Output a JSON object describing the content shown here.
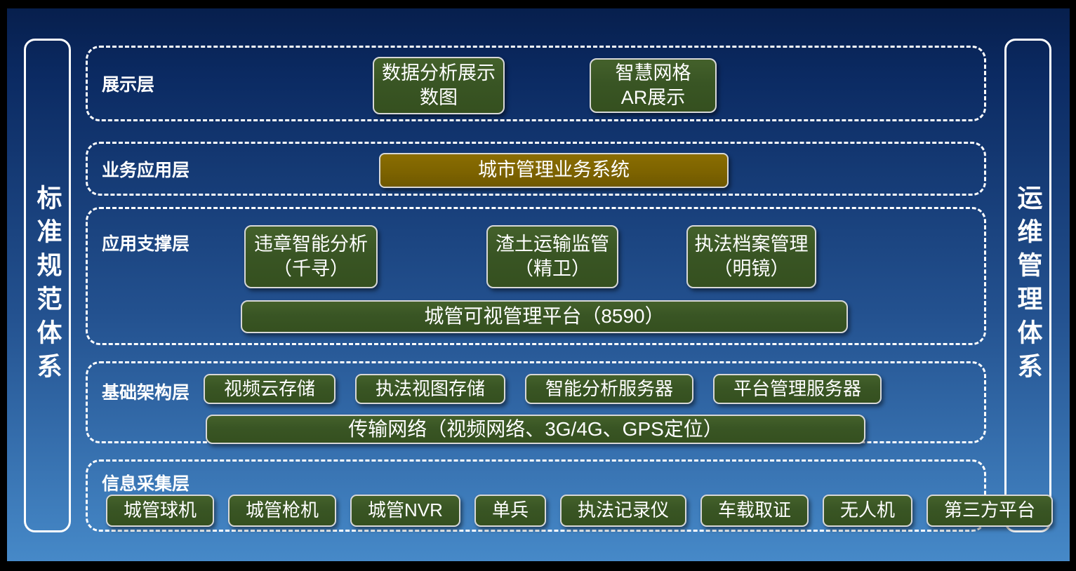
{
  "frame": {
    "left_bar": "标准规范体系",
    "right_bar": "运维管理体系"
  },
  "layers": [
    {
      "label": "展示层",
      "boxes": [
        {
          "text": "数据分析展示\n数图"
        },
        {
          "text": "智慧网格\nAR展示"
        }
      ]
    },
    {
      "label": "业务应用层",
      "boxes": [
        {
          "text": "城市管理业务系统"
        }
      ]
    },
    {
      "label": "应用支撑层",
      "boxes": [
        {
          "text": "违章智能分析\n（千寻）"
        },
        {
          "text": "渣土运输监管\n（精卫）"
        },
        {
          "text": "执法档案管理\n（明镜）"
        },
        {
          "text": "城管可视管理平台（8590）"
        }
      ]
    },
    {
      "label": "基础架构层",
      "boxes": [
        {
          "text": "视频云存储"
        },
        {
          "text": "执法视图存储"
        },
        {
          "text": "智能分析服务器"
        },
        {
          "text": "平台管理服务器"
        },
        {
          "text": "传输网络（视频网络、3G/4G、GPS定位）"
        }
      ]
    },
    {
      "label": "信息采集层",
      "boxes": [
        {
          "text": "城管球机"
        },
        {
          "text": "城管枪机"
        },
        {
          "text": "城管NVR"
        },
        {
          "text": "单兵"
        },
        {
          "text": "执法记录仪"
        },
        {
          "text": "车载取证"
        },
        {
          "text": "无人机"
        },
        {
          "text": "第三方平台"
        }
      ]
    }
  ],
  "colors": {
    "node_green": "#3a5425",
    "node_gold": "#7d6300",
    "node_border": "#d8d8d8",
    "background_top": "#0a2a62",
    "background_bottom": "#4689c8",
    "frame": "#000000",
    "text": "#ffffff"
  }
}
